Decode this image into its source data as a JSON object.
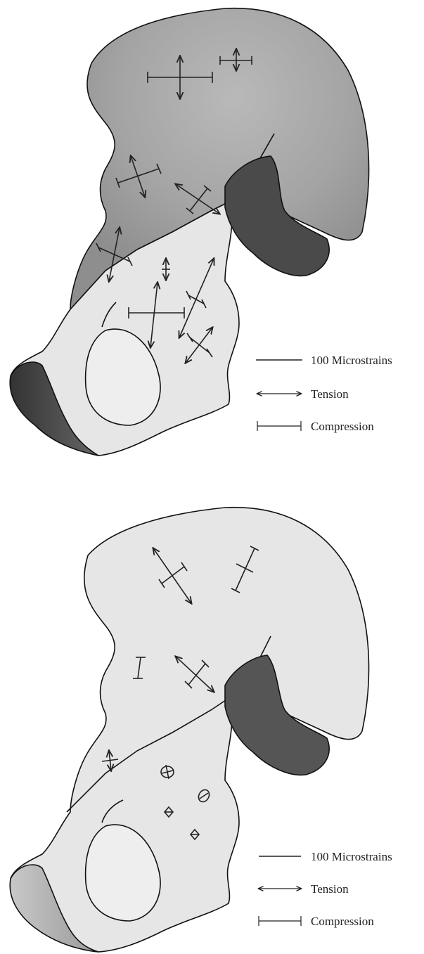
{
  "legends": [
    {
      "scale_label": "100 Microstrains",
      "tension_label": "Tension",
      "compression_label": "Compression"
    },
    {
      "scale_label": "100 Microstrains",
      "tension_label": "Tension",
      "compression_label": "Compression"
    }
  ],
  "colors": {
    "upper_pelvis_shade": "#9e9e9e",
    "lower_pelvis_fill": "#e6e6e6",
    "acetabulum": "#4a4a4a",
    "obturator_foramen": "#eeeeee",
    "ink": "#222222"
  }
}
